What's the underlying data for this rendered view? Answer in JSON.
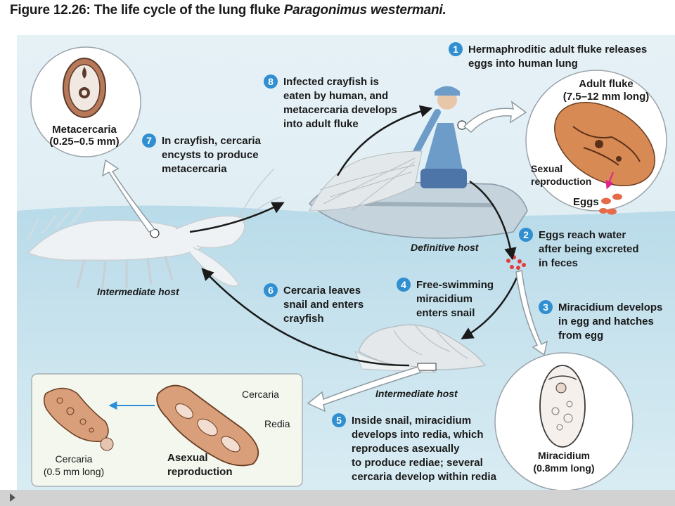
{
  "title": {
    "prefix": "Figure 12.26:  The life cycle of the lung fluke ",
    "species": "Paragonimus westermani."
  },
  "steps": [
    {
      "num": "1",
      "lines": [
        "Hermaphroditic adult fluke releases",
        "eggs into human lung"
      ]
    },
    {
      "num": "2",
      "lines": [
        "Eggs reach water",
        "after being excreted",
        "in feces"
      ]
    },
    {
      "num": "3",
      "lines": [
        "Miracidium develops",
        "in egg and hatches",
        "from egg"
      ]
    },
    {
      "num": "4",
      "lines": [
        "Free-swimming",
        "miracidium",
        "enters snail"
      ]
    },
    {
      "num": "5",
      "lines": [
        "Inside snail, miracidium",
        "develops into redia, which",
        "reproduces asexually",
        "to produce rediae; several",
        "cercaria develop within redia"
      ]
    },
    {
      "num": "6",
      "lines": [
        "Cercaria leaves",
        "snail and enters",
        "crayfish"
      ]
    },
    {
      "num": "7",
      "lines": [
        "In crayfish, cercaria",
        "encysts to produce",
        "metacercaria"
      ]
    },
    {
      "num": "8",
      "lines": [
        "Infected crayfish is",
        "eaten by human, and",
        "metacercaria develops",
        "into adult fluke"
      ]
    }
  ],
  "labels": {
    "adult_fluke": [
      "Adult fluke",
      "(7.5–12 mm long)"
    ],
    "sexual": [
      "Sexual",
      "reproduction"
    ],
    "eggs": "Eggs",
    "metacercaria": [
      "Metacercaria",
      "(0.25–0.5 mm)"
    ],
    "definitive_host": "Definitive host",
    "intermediate_host_crayfish": "Intermediate host",
    "intermediate_host_snail": "Intermediate host",
    "miracidium": [
      "Miracidium",
      "(0.8mm long)"
    ],
    "cercaria_inset": "Cercaria",
    "redia": "Redia",
    "cercaria_size": [
      "Cercaria",
      "(0.5 mm long)"
    ],
    "asexual": [
      "Asexual",
      "reproduction"
    ]
  },
  "colors": {
    "water": "#cfe6ef",
    "sky": "#e8f2f6",
    "badge": "#2f8fd1",
    "arrow": "#1a1a1a",
    "fluke": "#d88a55",
    "eggs": "#e46a4a",
    "magenta": "#e0208a",
    "blue_arrow": "#2d8fd8",
    "inset_bg": "#f4f7ee"
  }
}
